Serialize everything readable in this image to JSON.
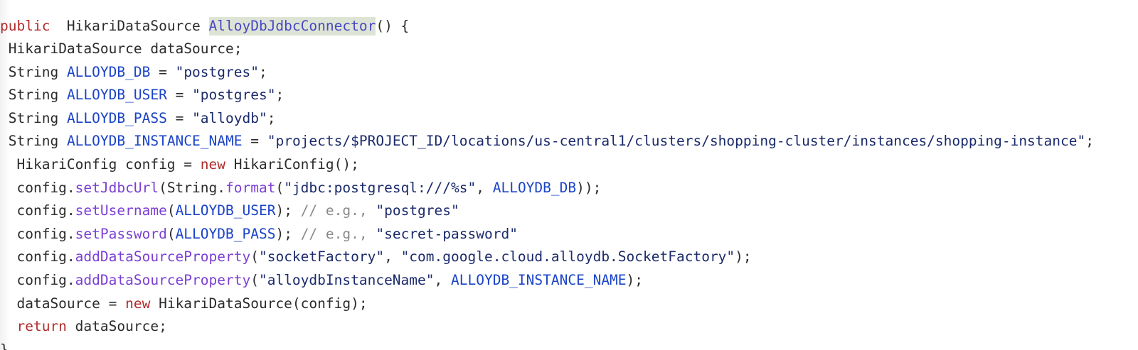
{
  "editor": {
    "language": "java",
    "background_color": "#ffffff",
    "default_text_color": "#2b2b2b",
    "highlight_color": "#dde4d5",
    "keyword_color": "#b02b2b",
    "variable_color": "#1a43c8",
    "string_color": "#1b2a6b",
    "method_color": "#7b3fd4",
    "comment_color": "#8a8a8a"
  },
  "code": {
    "line_count": 15,
    "lines": [
      {
        "indent": "",
        "tokens": [
          {
            "kind": "keyword",
            "text": "public"
          },
          {
            "kind": "plain",
            "text": "  HikariDataSource "
          },
          {
            "kind": "highlight",
            "text": "AlloyDbJdbcConnector"
          },
          {
            "kind": "plain",
            "text": "() {"
          }
        ]
      },
      {
        "indent": " ",
        "tokens": [
          {
            "kind": "plain",
            "text": "HikariDataSource dataSource;"
          }
        ]
      },
      {
        "indent": " ",
        "tokens": [
          {
            "kind": "plain",
            "text": "String "
          },
          {
            "kind": "var",
            "text": "ALLOYDB_DB"
          },
          {
            "kind": "plain",
            "text": " = "
          },
          {
            "kind": "string",
            "text": "\"postgres\""
          },
          {
            "kind": "plain",
            "text": ";"
          }
        ]
      },
      {
        "indent": " ",
        "tokens": [
          {
            "kind": "plain",
            "text": "String "
          },
          {
            "kind": "var",
            "text": "ALLOYDB_USER"
          },
          {
            "kind": "plain",
            "text": " = "
          },
          {
            "kind": "string",
            "text": "\"postgres\""
          },
          {
            "kind": "plain",
            "text": ";"
          }
        ]
      },
      {
        "indent": " ",
        "tokens": [
          {
            "kind": "plain",
            "text": "String "
          },
          {
            "kind": "var",
            "text": "ALLOYDB_PASS"
          },
          {
            "kind": "plain",
            "text": " = "
          },
          {
            "kind": "string",
            "text": "\"alloydb\""
          },
          {
            "kind": "plain",
            "text": ";"
          }
        ]
      },
      {
        "indent": " ",
        "tokens": [
          {
            "kind": "plain",
            "text": "String "
          },
          {
            "kind": "var",
            "text": "ALLOYDB_INSTANCE_NAME"
          },
          {
            "kind": "plain",
            "text": " = "
          },
          {
            "kind": "string",
            "text": "\"projects/$PROJECT_ID/locations/us-central1/clusters/shopping-cluster/instances/shopping-instance\""
          },
          {
            "kind": "plain",
            "text": ";"
          }
        ]
      },
      {
        "indent": "  ",
        "tokens": [
          {
            "kind": "plain",
            "text": "HikariConfig config = "
          },
          {
            "kind": "keyword",
            "text": "new"
          },
          {
            "kind": "plain",
            "text": " HikariConfig();"
          }
        ]
      },
      {
        "indent": "  ",
        "tokens": [
          {
            "kind": "plain",
            "text": "config."
          },
          {
            "kind": "method",
            "text": "setJdbcUrl"
          },
          {
            "kind": "plain",
            "text": "(String."
          },
          {
            "kind": "method",
            "text": "format"
          },
          {
            "kind": "plain",
            "text": "("
          },
          {
            "kind": "string",
            "text": "\"jdbc:postgresql:///%s\""
          },
          {
            "kind": "plain",
            "text": ", "
          },
          {
            "kind": "var",
            "text": "ALLOYDB_DB"
          },
          {
            "kind": "plain",
            "text": "));"
          }
        ]
      },
      {
        "indent": "  ",
        "tokens": [
          {
            "kind": "plain",
            "text": "config."
          },
          {
            "kind": "method",
            "text": "setUsername"
          },
          {
            "kind": "plain",
            "text": "("
          },
          {
            "kind": "var",
            "text": "ALLOYDB_USER"
          },
          {
            "kind": "plain",
            "text": "); "
          },
          {
            "kind": "comment",
            "text": "// e.g., "
          },
          {
            "kind": "comment-str",
            "text": "\"postgres\""
          }
        ]
      },
      {
        "indent": "  ",
        "tokens": [
          {
            "kind": "plain",
            "text": "config."
          },
          {
            "kind": "method",
            "text": "setPassword"
          },
          {
            "kind": "plain",
            "text": "("
          },
          {
            "kind": "var",
            "text": "ALLOYDB_PASS"
          },
          {
            "kind": "plain",
            "text": "); "
          },
          {
            "kind": "comment",
            "text": "// e.g., "
          },
          {
            "kind": "comment-str",
            "text": "\"secret-password\""
          }
        ]
      },
      {
        "indent": "  ",
        "tokens": [
          {
            "kind": "plain",
            "text": "config."
          },
          {
            "kind": "method",
            "text": "addDataSourceProperty"
          },
          {
            "kind": "plain",
            "text": "("
          },
          {
            "kind": "string",
            "text": "\"socketFactory\""
          },
          {
            "kind": "plain",
            "text": ", "
          },
          {
            "kind": "string",
            "text": "\"com.google.cloud.alloydb.SocketFactory\""
          },
          {
            "kind": "plain",
            "text": ");"
          }
        ]
      },
      {
        "indent": "  ",
        "tokens": [
          {
            "kind": "plain",
            "text": "config."
          },
          {
            "kind": "method",
            "text": "addDataSourceProperty"
          },
          {
            "kind": "plain",
            "text": "("
          },
          {
            "kind": "string",
            "text": "\"alloydbInstanceName\""
          },
          {
            "kind": "plain",
            "text": ", "
          },
          {
            "kind": "var",
            "text": "ALLOYDB_INSTANCE_NAME"
          },
          {
            "kind": "plain",
            "text": ");"
          }
        ]
      },
      {
        "indent": "  ",
        "tokens": [
          {
            "kind": "plain",
            "text": "dataSource = "
          },
          {
            "kind": "keyword",
            "text": "new"
          },
          {
            "kind": "plain",
            "text": " HikariDataSource(config);"
          }
        ]
      },
      {
        "indent": "  ",
        "tokens": [
          {
            "kind": "keyword",
            "text": "return"
          },
          {
            "kind": "plain",
            "text": " dataSource;"
          }
        ]
      },
      {
        "indent": "",
        "tokens": [
          {
            "kind": "plain",
            "text": "}"
          }
        ]
      }
    ]
  }
}
